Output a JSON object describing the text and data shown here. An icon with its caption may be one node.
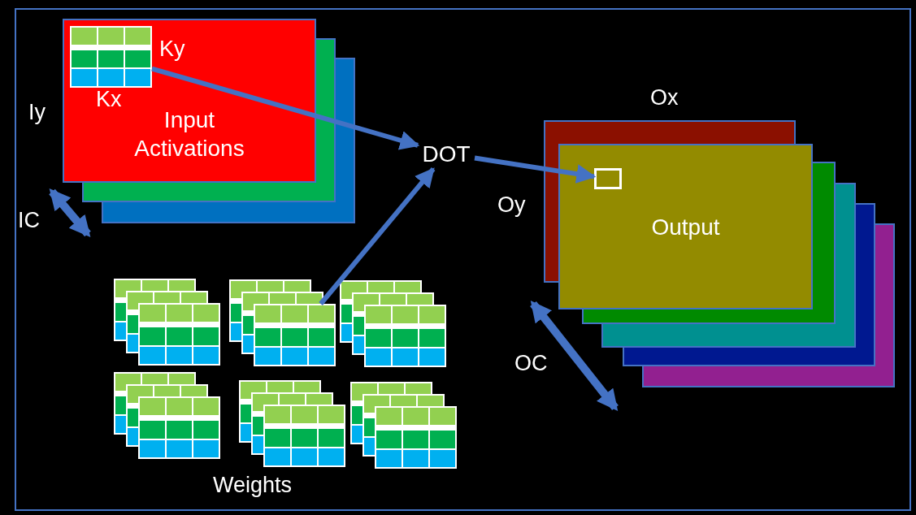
{
  "diagram": {
    "nodes": [
      {
        "text": [
          "Input Activations"
        ]
      },
      {
        "text": [],
        "shape": "box",
        "in": 0
      },
      {
        "text": [
          "DOT"
        ]
      },
      {
        "text": [
          "Output"
        ]
      },
      {
        "text": [],
        "shape": "box",
        "in": 3
      },
      {
        "text": [],
        "shape": "box"
      }
    ],
    "edges": [
      {
        "from": 1,
        "to": 2,
        "arrow": "to"
      },
      {
        "from": 5,
        "to": 2,
        "arrow": "to"
      },
      {
        "from": 2,
        "to": 4,
        "arrow": "to"
      }
    ],
    "labels": [
      "Ky",
      "Ox",
      "Kx",
      "Iy",
      "Oy",
      "IC",
      "OC",
      "Weights"
    ]
  }
}
